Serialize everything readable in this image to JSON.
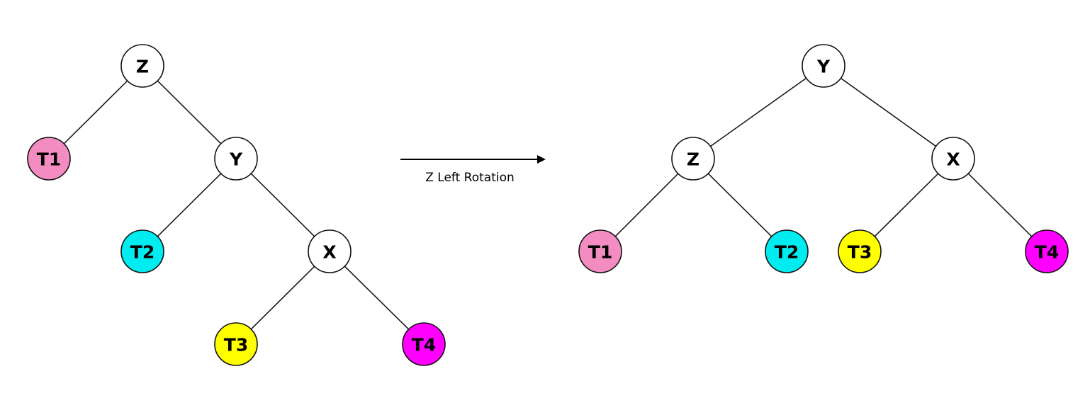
{
  "colors": {
    "internal_node": "#ffffff",
    "T1": "#f38cc0",
    "T2": "#00ecf0",
    "T3": "#ffff00",
    "T4": "#ff00ff"
  },
  "operation": {
    "label": "Z Left Rotation"
  },
  "before": {
    "nodes": [
      {
        "id": "Z",
        "label": "Z",
        "kind": "internal"
      },
      {
        "id": "T1",
        "label": "T1",
        "kind": "subtree"
      },
      {
        "id": "Y",
        "label": "Y",
        "kind": "internal"
      },
      {
        "id": "T2",
        "label": "T2",
        "kind": "subtree"
      },
      {
        "id": "X",
        "label": "X",
        "kind": "internal"
      },
      {
        "id": "T3",
        "label": "T3",
        "kind": "subtree"
      },
      {
        "id": "T4",
        "label": "T4",
        "kind": "subtree"
      }
    ],
    "edges": [
      [
        "Z",
        "T1"
      ],
      [
        "Z",
        "Y"
      ],
      [
        "Y",
        "T2"
      ],
      [
        "Y",
        "X"
      ],
      [
        "X",
        "T3"
      ],
      [
        "X",
        "T4"
      ]
    ]
  },
  "after": {
    "nodes": [
      {
        "id": "Y",
        "label": "Y",
        "kind": "internal"
      },
      {
        "id": "Z",
        "label": "Z",
        "kind": "internal"
      },
      {
        "id": "X",
        "label": "X",
        "kind": "internal"
      },
      {
        "id": "T1",
        "label": "T1",
        "kind": "subtree"
      },
      {
        "id": "T2",
        "label": "T2",
        "kind": "subtree"
      },
      {
        "id": "T3",
        "label": "T3",
        "kind": "subtree"
      },
      {
        "id": "T4",
        "label": "T4",
        "kind": "subtree"
      }
    ],
    "edges": [
      [
        "Y",
        "Z"
      ],
      [
        "Y",
        "X"
      ],
      [
        "Z",
        "T1"
      ],
      [
        "Z",
        "T2"
      ],
      [
        "X",
        "T3"
      ],
      [
        "X",
        "T4"
      ]
    ]
  }
}
